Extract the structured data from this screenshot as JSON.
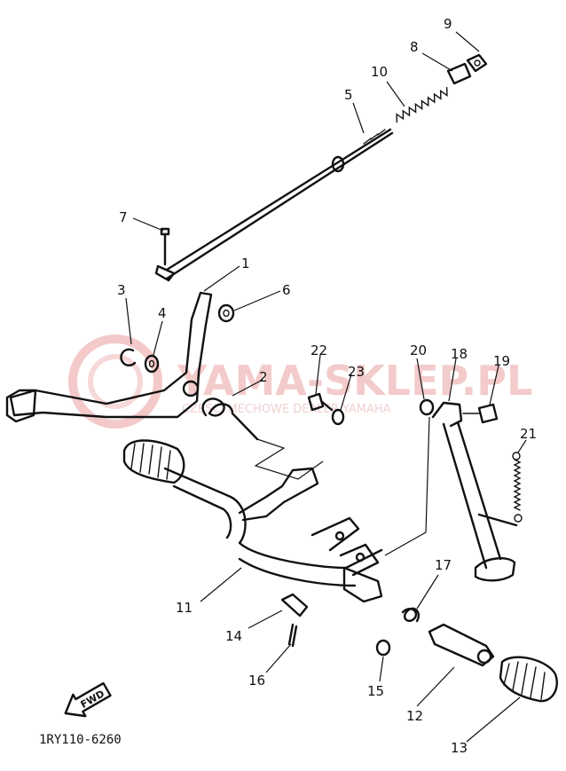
{
  "callouts": [
    {
      "id": "1",
      "label": "1"
    },
    {
      "id": "2",
      "label": "2"
    },
    {
      "id": "3",
      "label": "3"
    },
    {
      "id": "4",
      "label": "4"
    },
    {
      "id": "5",
      "label": "5"
    },
    {
      "id": "6",
      "label": "6"
    },
    {
      "id": "7",
      "label": "7"
    },
    {
      "id": "8",
      "label": "8"
    },
    {
      "id": "9",
      "label": "9"
    },
    {
      "id": "10",
      "label": "10"
    },
    {
      "id": "11",
      "label": "11"
    },
    {
      "id": "12",
      "label": "12"
    },
    {
      "id": "13",
      "label": "13"
    },
    {
      "id": "14",
      "label": "14"
    },
    {
      "id": "15",
      "label": "15"
    },
    {
      "id": "16",
      "label": "16"
    },
    {
      "id": "17",
      "label": "17"
    },
    {
      "id": "18",
      "label": "18"
    },
    {
      "id": "19",
      "label": "19"
    },
    {
      "id": "20",
      "label": "20"
    },
    {
      "id": "21",
      "label": "21"
    },
    {
      "id": "22",
      "label": "22"
    },
    {
      "id": "23",
      "label": "23"
    }
  ],
  "watermark": {
    "main": "YAMA-SKLEP.PL",
    "sub": "CZĘŚCI MECHOWE   DEALER YAMAHA"
  },
  "fwd_label": "FWD",
  "diagram_code": "1RY110-6260"
}
